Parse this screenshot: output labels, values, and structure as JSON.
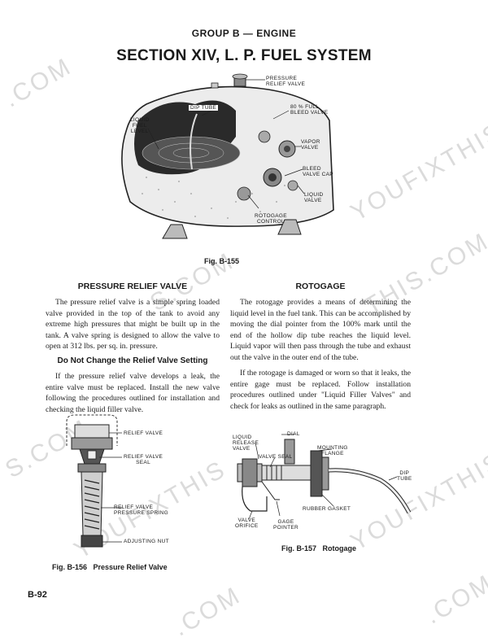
{
  "header": {
    "group": "GROUP B — ENGINE",
    "section": "SECTION XIV, L. P. FUEL SYSTEM"
  },
  "figure155": {
    "caption": "Fig. B-155",
    "labels": {
      "pressure_relief_valve": [
        "PRESSURE",
        "RELIEF VALVE"
      ],
      "dip_tube": "DIP TUBE",
      "full_bleed": [
        "80 % FULL",
        "BLEED VALVE"
      ],
      "liquid_fuel_level": [
        "LIQUID",
        "FUEL",
        "LEVEL"
      ],
      "vapor_valve": [
        "VAPOR",
        "VALVE"
      ],
      "bleed_valve_cap": [
        "BLEED",
        "VALVE CAP"
      ],
      "liquid_valve": [
        "LIQUID",
        "VALVE"
      ],
      "rotogage_control": [
        "ROTOGAGE",
        "CONTROL"
      ]
    }
  },
  "left_column": {
    "heading": "PRESSURE RELIEF VALVE",
    "para1": "The pressure relief valve is a simple spring loaded valve provided in the top of the tank to avoid any extreme high pressures that might be built up in the tank. A valve spring is designed to allow the valve to open at 312 lbs. per sq. in. pressure.",
    "subheading": "Do Not Change the Relief Valve Setting",
    "para2": "If the pressure relief valve develops a leak, the entire valve must be replaced. Install the new valve following the procedures outlined for installation and checking the liquid filler valve."
  },
  "right_column": {
    "heading": "ROTOGAGE",
    "para1": "The rotogage provides a means of determining the liquid level in the fuel tank. This can be accomplished by moving the dial pointer from the 100% mark until the end of the hollow dip tube reaches the liquid level. Liquid vapor will then pass through the tube and exhaust out the valve in the outer end of the tube.",
    "para2": "If the rotogage is damaged or worn so that it leaks, the entire gage must be replaced. Follow installation procedures outlined under \"Liquid Filler Valves\" and check for leaks as outlined in the same paragraph."
  },
  "figure156": {
    "caption_num": "Fig. B-156",
    "caption_title": "Pressure Relief Valve",
    "labels": {
      "relief_valve": "RELIEF VALVE",
      "relief_valve_seal": [
        "RELIEF VALVE",
        "SEAL"
      ],
      "relief_valve_spring": [
        "RELIEF VALVE",
        "PRESSURE SPRING"
      ],
      "adjusting_nut": "ADJUSTING NUT"
    }
  },
  "figure157": {
    "caption_num": "Fig. B-157",
    "caption_title": "Rotogage",
    "labels": {
      "liquid_release_valve": [
        "LIQUID",
        "RELEASE",
        "VALVE"
      ],
      "dial": "DIAL",
      "mounting_flange": [
        "MOUNTING",
        "FLANGE"
      ],
      "valve_seal": "VALVE SEAL",
      "dip_tube": [
        "DIP",
        "TUBE"
      ],
      "rubber_gasket": "RUBBER GASKET",
      "valve_orifice": [
        "VALVE",
        "ORIFICE"
      ],
      "gage_pointer": [
        "GAGE",
        "POINTER"
      ]
    }
  },
  "watermarks": [
    ".COM",
    "YOUFIXTHIS",
    "S.COM",
    "THIS.COM",
    "YOUFIXTHIS",
    "S.COM",
    "YOUFIXTHIS",
    ".COM",
    ".COM"
  ],
  "footer": {
    "page": "B-92"
  }
}
